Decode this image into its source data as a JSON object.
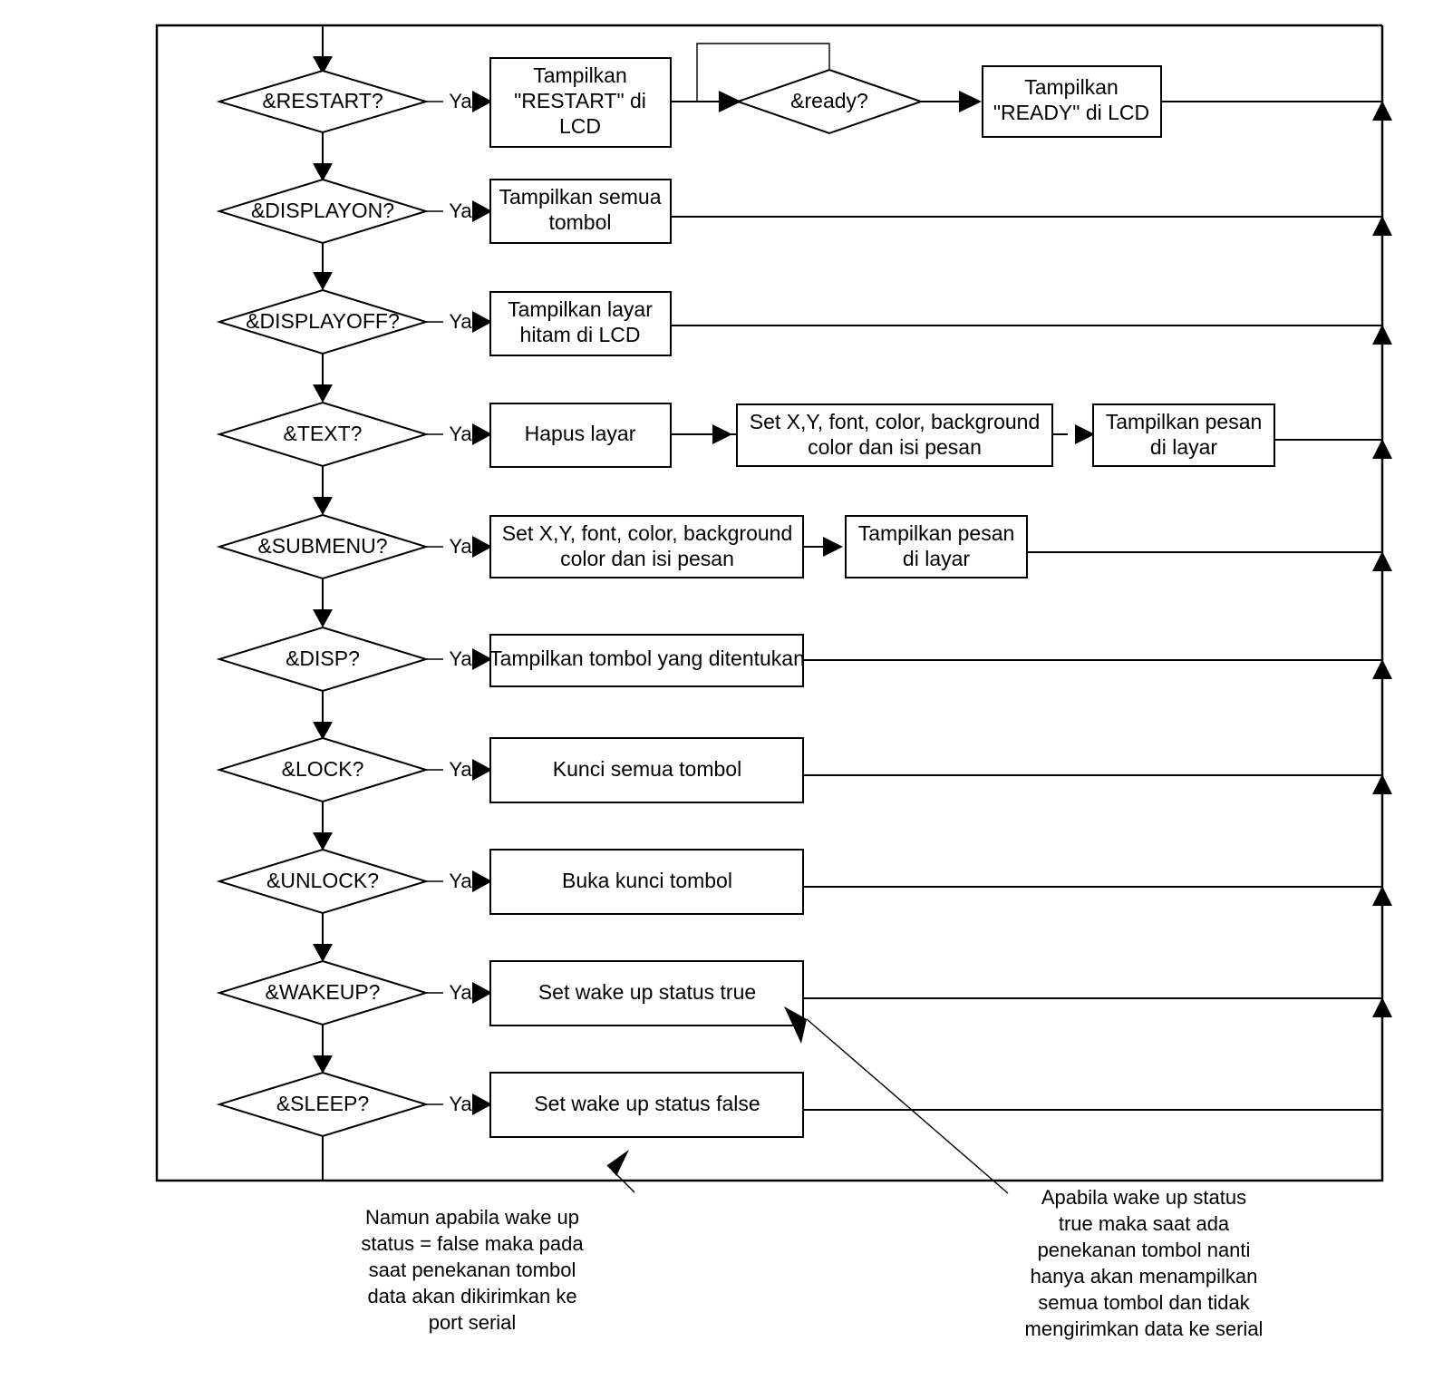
{
  "diagram": {
    "type": "flowchart",
    "title": "",
    "yes_label": "Ya",
    "decisions": [
      {
        "id": "restart",
        "label": "&RESTART?"
      },
      {
        "id": "displayon",
        "label": "&DISPLAYON?"
      },
      {
        "id": "displayoff",
        "label": "&DISPLAYOFF?"
      },
      {
        "id": "text",
        "label": "&TEXT?"
      },
      {
        "id": "submenu",
        "label": "&SUBMENU?"
      },
      {
        "id": "disp",
        "label": "&DISP?"
      },
      {
        "id": "lock",
        "label": "&LOCK?"
      },
      {
        "id": "unlock",
        "label": "&UNLOCK?"
      },
      {
        "id": "wakeup",
        "label": "&WAKEUP?"
      },
      {
        "id": "sleep",
        "label": "&SLEEP?"
      }
    ],
    "ready_decision": {
      "id": "ready",
      "label": "&ready?"
    },
    "processes": {
      "restart_lcd": {
        "line1": "Tampilkan",
        "line2": "\"RESTART\" di",
        "line3": "LCD"
      },
      "ready_lcd": {
        "line1": "Tampilkan",
        "line2": "\"READY\" di LCD"
      },
      "show_all": {
        "line1": "Tampilkan  semua",
        "line2": "tombol"
      },
      "black_screen": {
        "line1": "Tampilkan  layar",
        "line2": "hitam di LCD"
      },
      "clear_screen": {
        "line1": "Hapus layar"
      },
      "set_text": {
        "line1": "Set X,Y, font, color, background",
        "line2": "color dan  isi pesan"
      },
      "show_msg_text": {
        "line1": "Tampilkan  pesan",
        "line2": "di layar"
      },
      "set_submenu": {
        "line1": "Set X,Y, font, color, background",
        "line2": "color dan  isi pesan"
      },
      "show_msg_sub": {
        "line1": "Tampilkan  pesan",
        "line2": "di layar"
      },
      "show_disp": {
        "line1": "Tampilkan tombol  yang ditentukan"
      },
      "lock_all": {
        "line1": "Kunci semua tombol"
      },
      "unlock_all": {
        "line1": "Buka kunci tombol"
      },
      "wake_true": {
        "line1": "Set wake up status true"
      },
      "wake_false": {
        "line1": "Set wake up status false"
      }
    },
    "notes": {
      "left": {
        "lines": [
          "Namun apabila wake up",
          "status = false maka pada",
          "saat  penekanan  tombol",
          "data akan dikirimkan ke",
          "port serial"
        ]
      },
      "right": {
        "lines": [
          "Apabila wake up status",
          "true maka saat ada",
          "penekanan  tombol  nanti",
          "hanya  akan  menampilkan",
          "semua tombol  dan  tidak",
          "mengirimkan data ke serial"
        ]
      }
    },
    "colors": {
      "stroke": "#000000",
      "fill": "#ffffff",
      "background": "#ffffff"
    }
  }
}
